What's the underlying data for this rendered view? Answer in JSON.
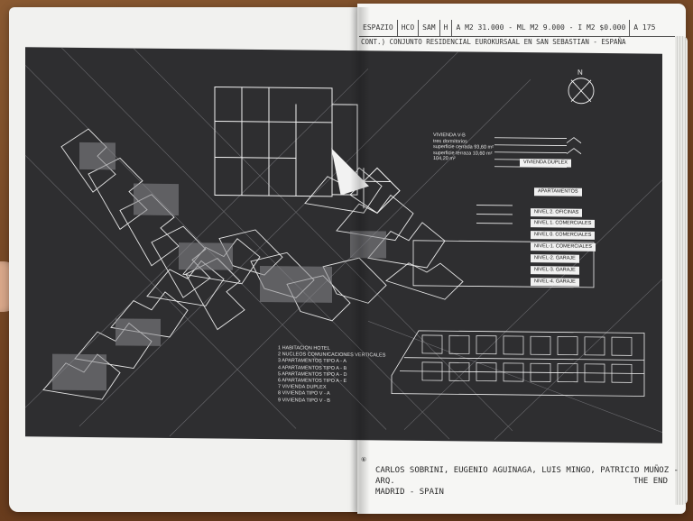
{
  "header": {
    "cells": [
      "ESPAZIO",
      "HCO",
      "SAM",
      "H",
      "A M2 31.000 - ML M2 9.000 - I M2 $0.000",
      "A 175"
    ],
    "title": "CONT.) CONJUNTO RESIDENCIAL EUROKURSAAL EN SAN SEBASTIAN - ESPAÑA"
  },
  "drawing": {
    "unit_label": {
      "title": "VIVIENDA V-B",
      "lines": [
        "tres dormitorios",
        "superficie cerrada 93,60 m²",
        "superficie terraza 10,60 m²",
        "104,20 m²"
      ]
    },
    "legend": [
      "1  HABITACION HOTEL",
      "2  NUCLEOS COMUNICACIONES VERTICALES",
      "3  APARTAMENTOS TIPO A - A",
      "4  APARTAMENTOS TIPO A - B",
      "5  APARTAMENTOS TIPO A - D",
      "6  APARTAMENTOS TIPO A - E",
      "7  VIVIENDA DUPLEX",
      "8  VIVIENDA TIPO       V - A",
      "9  VIVIENDA TIPO       V - B"
    ],
    "section_labels": [
      "VIVIENDA DUPLEX",
      "APARTAMENTOS",
      "NIVEL 2. OFICINAS",
      "NIVEL 1. COMERCIALES",
      "NIVEL 0. COMERCIALES",
      "NIVEL-1. COMERCIALES",
      "NIVEL-2. GARAJE",
      "NIVEL-3. GARAJE",
      "NIVEL-4. GARAJE"
    ],
    "north_label": "N"
  },
  "footer": {
    "marker": "⑥",
    "line1": "CARLOS SOBRINI, EUGENIO AGUINAGA, LUIS MINGO, PATRICIO MUÑOZ - ARQ.",
    "line2": "MADRID - SPAIN",
    "end": "THE END"
  }
}
